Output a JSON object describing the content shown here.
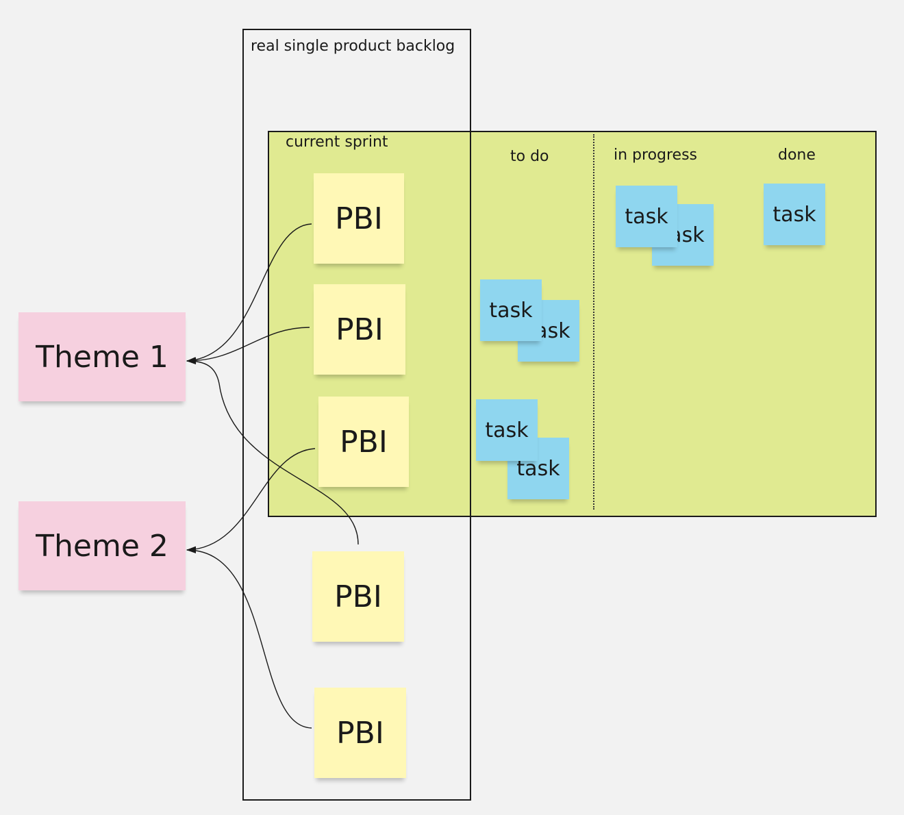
{
  "backlog": {
    "title": "real single product backlog"
  },
  "sprint": {
    "title": "current sprint",
    "columns": {
      "todo": "to do",
      "in_progress": "in progress",
      "done": "done"
    }
  },
  "pbis": [
    "PBI",
    "PBI",
    "PBI",
    "PBI",
    "PBI"
  ],
  "themes": [
    "Theme 1",
    "Theme 2"
  ],
  "tasks": {
    "todo": [
      "task",
      "task",
      "task",
      "task"
    ],
    "in_progress": [
      "task",
      "task"
    ],
    "done": [
      "task"
    ]
  },
  "colors": {
    "canvas": "#f2f2f2",
    "sprint_area": "#e0ea91",
    "pbi_sticky": "#fff8b6",
    "theme_sticky": "#f6d0df",
    "task_sticky": "#8fd6ef"
  }
}
